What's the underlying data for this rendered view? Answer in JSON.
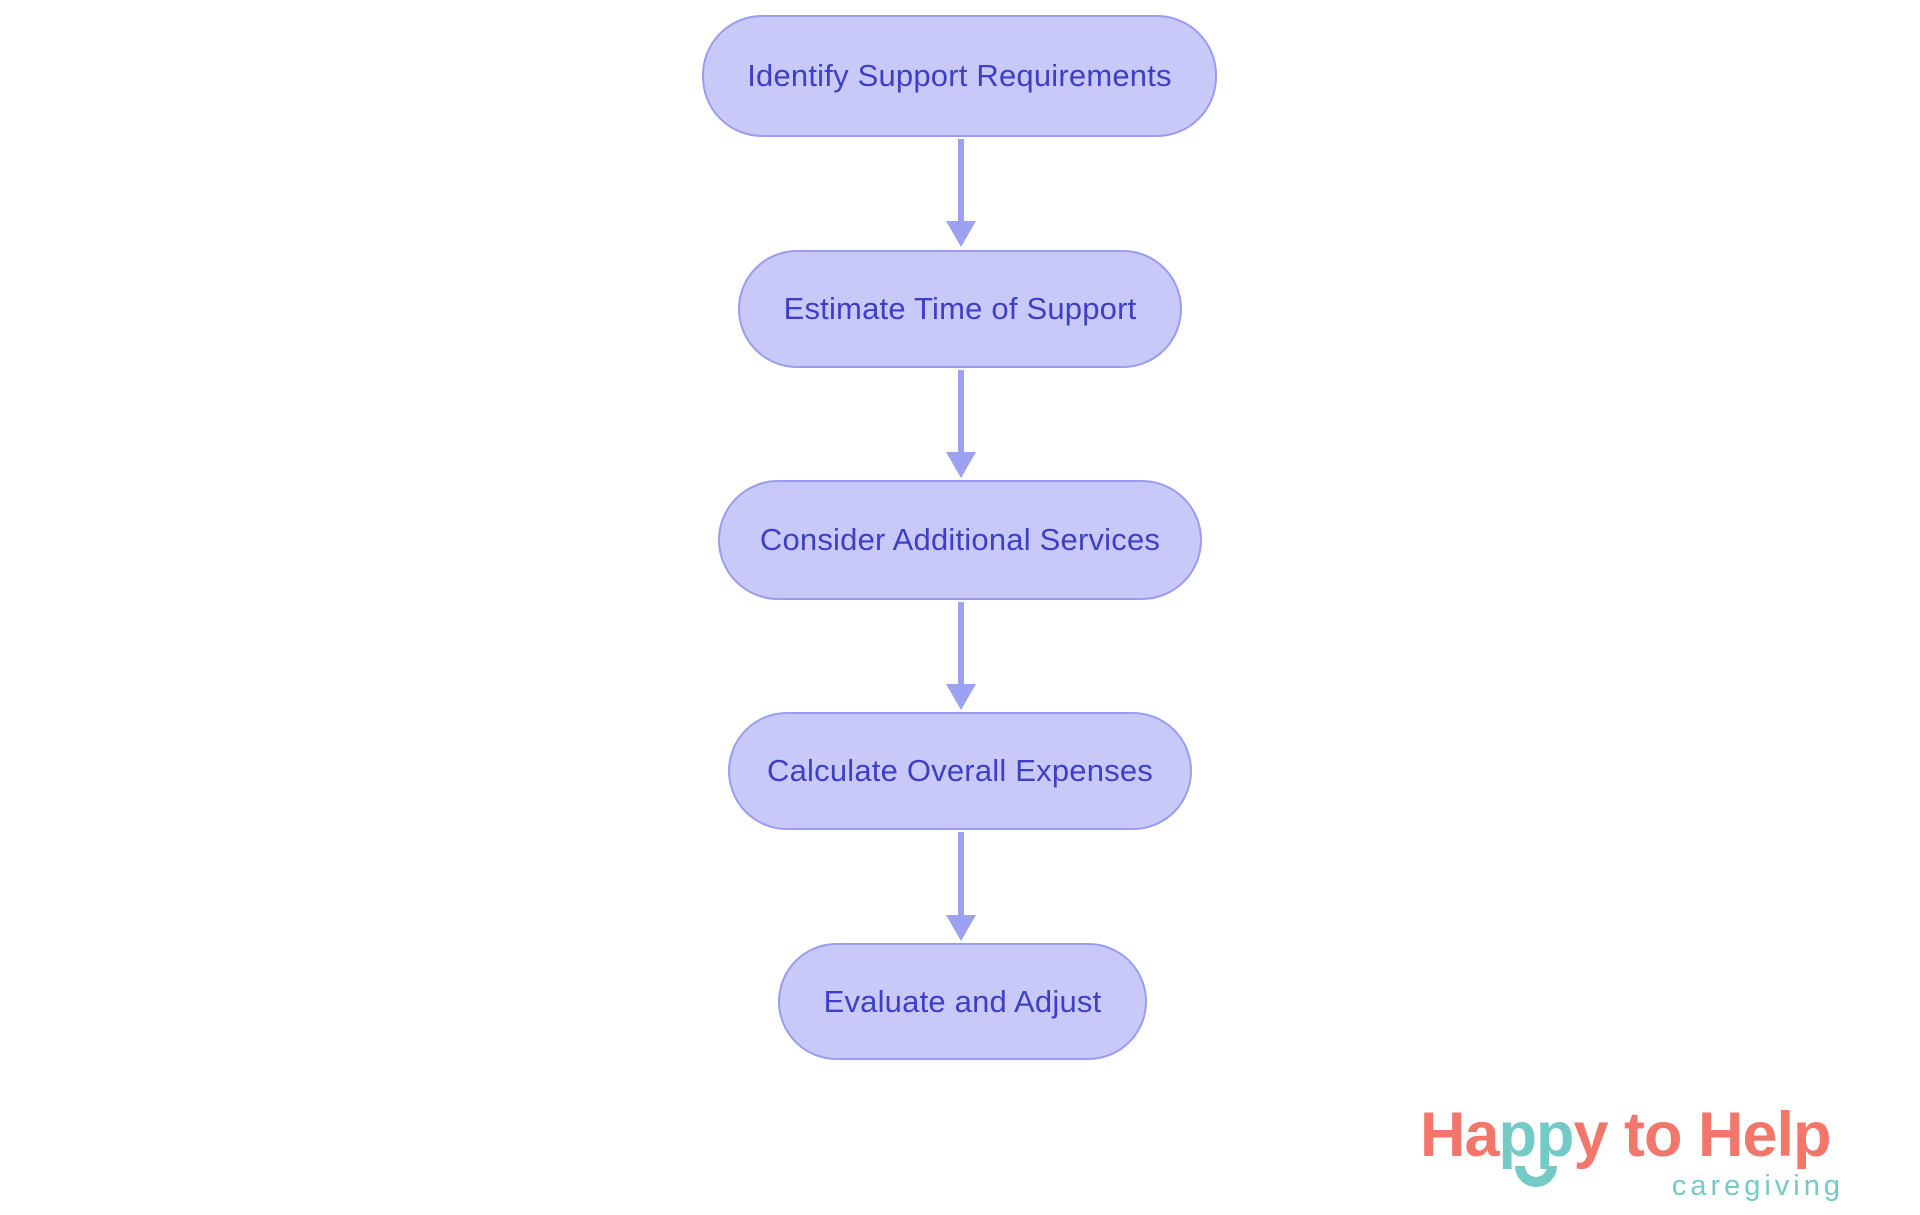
{
  "flowchart": {
    "type": "vertical-process-flow",
    "nodes": [
      {
        "id": 1,
        "label": "Identify Support Requirements"
      },
      {
        "id": 2,
        "label": "Estimate Time of Support"
      },
      {
        "id": 3,
        "label": "Consider Additional Services"
      },
      {
        "id": 4,
        "label": "Calculate Overall Expenses"
      },
      {
        "id": 5,
        "label": "Evaluate and Adjust"
      }
    ],
    "edges": [
      {
        "from": 1,
        "to": 2
      },
      {
        "from": 2,
        "to": 3
      },
      {
        "from": 3,
        "to": 4
      },
      {
        "from": 4,
        "to": 5
      }
    ],
    "colors": {
      "node_fill": "#c8c9f8",
      "node_border": "#999cf0",
      "node_text": "#3f3fc6",
      "arrow": "#9da1f1",
      "background": "#ffffff"
    }
  },
  "logo": {
    "brand_part1": "Ha",
    "brand_part2": "pp",
    "brand_part3": "y to Help",
    "tagline": "caregiving",
    "colors": {
      "coral": "#f3766b",
      "teal": "#74cac4"
    }
  }
}
